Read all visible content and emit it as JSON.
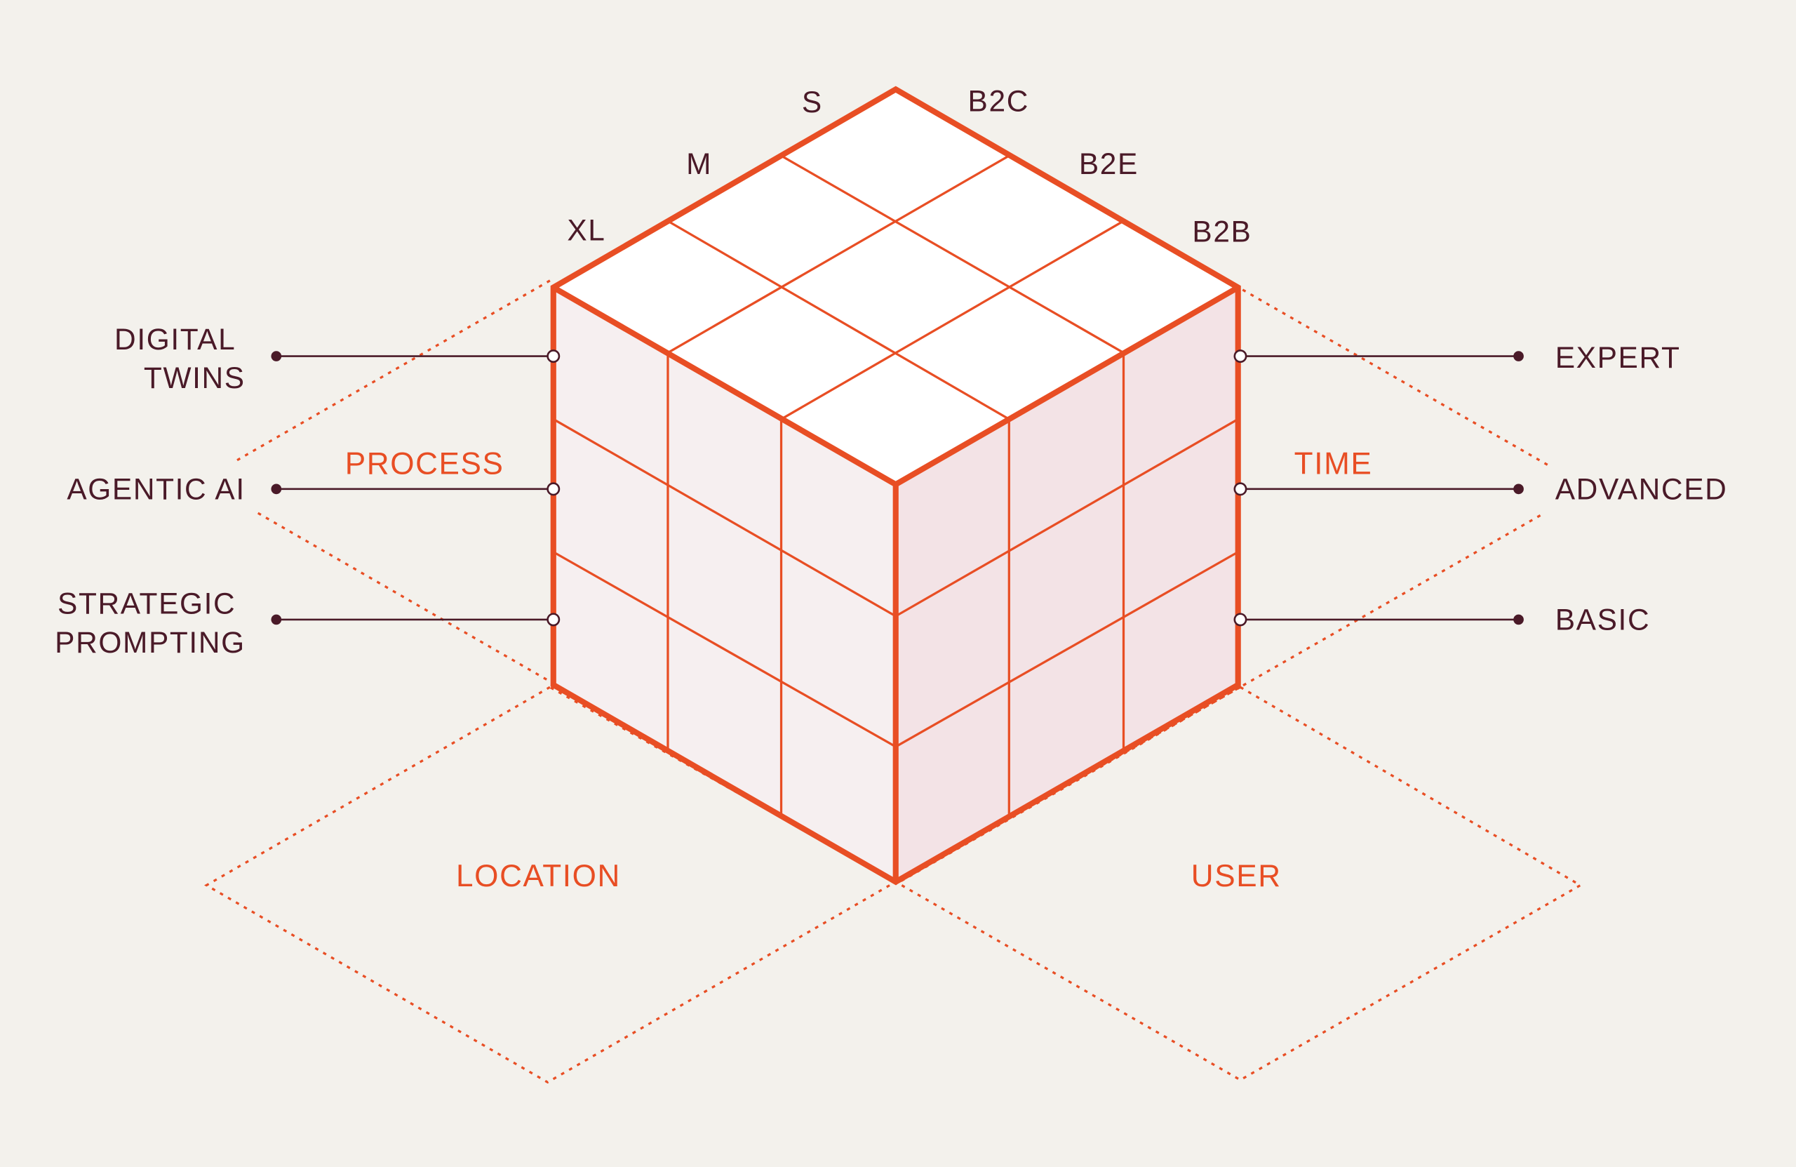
{
  "colors": {
    "background": "#f3f1ec",
    "accent": "#e84e24",
    "text": "#4a1a28",
    "left_face": "#f6eff0",
    "right_face": "#f3e3e6",
    "top_face": "#ffffff"
  },
  "top_axis_left": [
    "XL",
    "M",
    "S"
  ],
  "top_axis_right": [
    "B2C",
    "B2E",
    "B2B"
  ],
  "left_items": [
    {
      "lines": [
        "DIGITAL",
        "TWINS"
      ]
    },
    {
      "lines": [
        "AGENTIC AI"
      ]
    },
    {
      "lines": [
        "STRATEGIC",
        "PROMPTING"
      ]
    }
  ],
  "right_items": [
    "EXPERT",
    "ADVANCED",
    "BASIC"
  ],
  "planes": {
    "process": "PROCESS",
    "time": "TIME",
    "location": "LOCATION",
    "user": "USER"
  }
}
